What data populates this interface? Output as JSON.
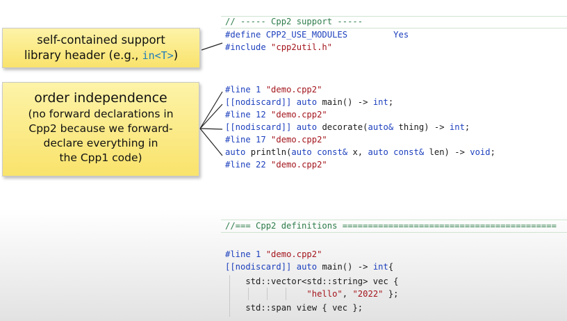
{
  "callouts": {
    "support": {
      "line1": "self-contained support",
      "line2_prefix": "library header (e.g., ",
      "line2_code": "in<T>",
      "line2_suffix": ")"
    },
    "order": {
      "title": "order independence",
      "line1": "(no forward declarations in",
      "line2": "Cpp2 because we forward-",
      "line3": "declare everything in",
      "line4": "the Cpp1 code)"
    }
  },
  "code": {
    "support_comment": "// ----- Cpp2 support -----",
    "define_directive": "#define CPP2_USE_MODULES",
    "define_value": "Yes",
    "include_directive": "#include",
    "include_file": "\"cpp2util.h\"",
    "decl": {
      "line_directive_1": "#line 1",
      "file_1": "\"demo.cpp2\"",
      "attr": "[[nodiscard]]",
      "auto": "auto",
      "main_sig": "main() -> ",
      "int": "int",
      "line_directive_2": "#line 12",
      "file_2": "\"demo.cpp2\"",
      "decorate_sig": "decorate(",
      "auto_ref": "auto&",
      "decorate_rest": "thing) -> ",
      "line_directive_3": "#line 17",
      "file_3": "\"demo.cpp2\"",
      "println_sig": "println(",
      "auto_const_ref": "auto const&",
      "println_x": "x, ",
      "println_len": "len) -> ",
      "void": "void",
      "line_directive_4": "#line 22",
      "file_4": "\"demo.cpp2\""
    },
    "definitions_comment": "//=== Cpp2 definitions ==========================================",
    "defs": {
      "line_directive": "#line 1",
      "file": "\"demo.cpp2\"",
      "attr": "[[nodiscard]]",
      "auto": "auto",
      "main_sig": "main() -> ",
      "int": "int",
      "open_brace": "{",
      "vector_decl": "    std::vector<std::string> vec {",
      "str_hello": "\"hello\"",
      "comma": ", ",
      "str_2022": "\"2022\"",
      "close_init": " };",
      "span_decl": "    std::span view { vec };"
    }
  },
  "colors": {
    "callout_top": "#fdf3a8",
    "callout_bottom": "#f9e36c",
    "keyword": "#1c3fbd",
    "string": "#a3151c",
    "comment": "#2d7d4a"
  }
}
